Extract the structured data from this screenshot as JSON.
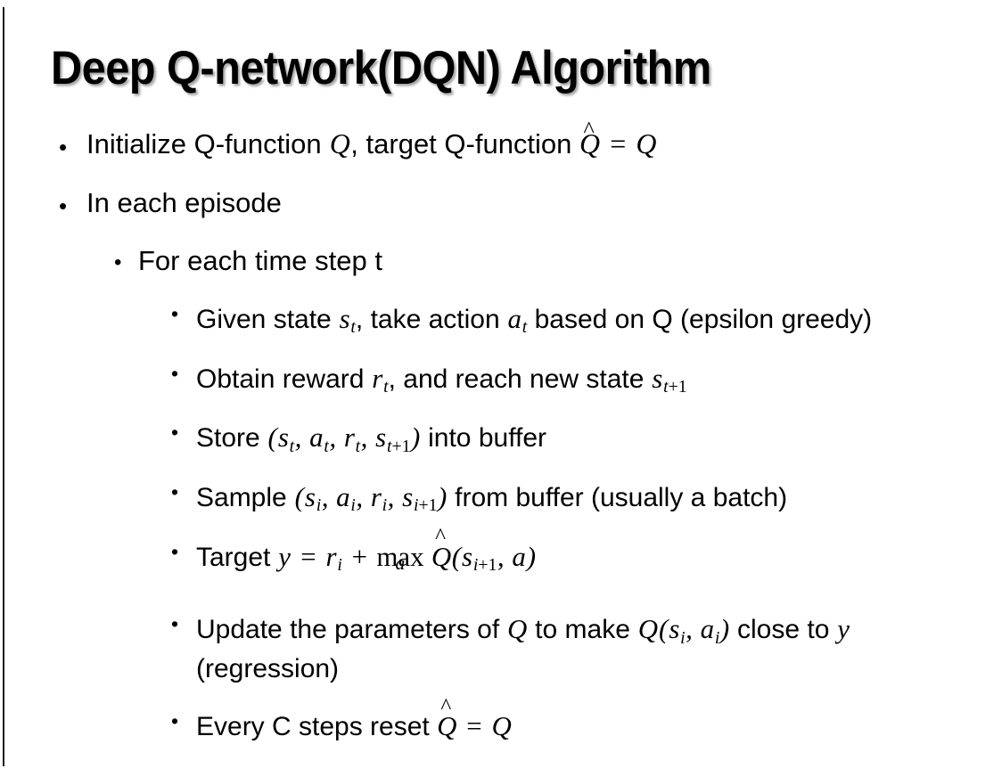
{
  "slide": {
    "title": "Deep Q-network(DQN) Algorithm",
    "background_color": "#ffffff",
    "text_color": "#000000",
    "edge_rule_color": "#1a1a1a",
    "bullet_glyph": "•"
  },
  "content": {
    "items": [
      {
        "level": 1,
        "id": "initialize-q-function",
        "plain_text": "Initialize Q-function Q, target Q-function Q̂ = Q",
        "segments": [
          {
            "kind": "text",
            "value": "Initialize Q-function "
          },
          {
            "kind": "math-italic",
            "value": "Q"
          },
          {
            "kind": "text",
            "value": ", target Q-function "
          },
          {
            "kind": "math-hat",
            "value": "Q"
          },
          {
            "kind": "text",
            "value": " "
          },
          {
            "kind": "math-italic",
            "value": "="
          },
          {
            "kind": "text",
            "value": " "
          },
          {
            "kind": "math-italic",
            "value": "Q"
          }
        ]
      },
      {
        "level": 1,
        "id": "in-each-episode",
        "plain_text": "In each episode",
        "segments": [
          {
            "kind": "text",
            "value": "In each episode"
          }
        ]
      },
      {
        "level": 2,
        "id": "for-each-time-step",
        "plain_text": "For each time step t",
        "segments": [
          {
            "kind": "text",
            "value": "For each time step t"
          }
        ]
      },
      {
        "level": 3,
        "id": "given-state-take-action",
        "plain_text": "Given state s_t, take action a_t based on Q (epsilon greedy)",
        "segments": [
          {
            "kind": "text",
            "value": "Given state "
          },
          {
            "kind": "math-sub",
            "base": "s",
            "sub": "t"
          },
          {
            "kind": "text",
            "value": ", take action "
          },
          {
            "kind": "math-sub",
            "base": "a",
            "sub": "t"
          },
          {
            "kind": "text",
            "value": " based on Q (epsilon greedy)"
          }
        ]
      },
      {
        "level": 3,
        "id": "obtain-reward",
        "plain_text": "Obtain reward r_t, and reach new state s_t+1",
        "segments": [
          {
            "kind": "text",
            "value": "Obtain reward "
          },
          {
            "kind": "math-sub",
            "base": "r",
            "sub": "t"
          },
          {
            "kind": "text",
            "value": ", and reach new state "
          },
          {
            "kind": "math-sub",
            "base": "s",
            "sub": "t+1"
          }
        ]
      },
      {
        "level": 3,
        "id": "store-into-buffer",
        "plain_text": "Store (s_t, a_t, r_t, s_t+1) into buffer",
        "segments": [
          {
            "kind": "text",
            "value": "Store "
          },
          {
            "kind": "math-italic",
            "value": "("
          },
          {
            "kind": "math-sub",
            "base": "s",
            "sub": "t"
          },
          {
            "kind": "math-italic",
            "value": ", "
          },
          {
            "kind": "math-sub",
            "base": "a",
            "sub": "t"
          },
          {
            "kind": "math-italic",
            "value": ", "
          },
          {
            "kind": "math-sub",
            "base": "r",
            "sub": "t"
          },
          {
            "kind": "math-italic",
            "value": ", "
          },
          {
            "kind": "math-sub",
            "base": "s",
            "sub": "t+1"
          },
          {
            "kind": "math-italic",
            "value": ")"
          },
          {
            "kind": "text",
            "value": " into buffer"
          }
        ]
      },
      {
        "level": 3,
        "id": "sample-from-buffer",
        "plain_text": "Sample (s_i, a_i, r_i, s_i+1) from buffer (usually a batch)",
        "segments": [
          {
            "kind": "text",
            "value": "Sample "
          },
          {
            "kind": "math-italic",
            "value": "("
          },
          {
            "kind": "math-sub",
            "base": "s",
            "sub": "i"
          },
          {
            "kind": "math-italic",
            "value": ", "
          },
          {
            "kind": "math-sub",
            "base": "a",
            "sub": "i"
          },
          {
            "kind": "math-italic",
            "value": ", "
          },
          {
            "kind": "math-sub",
            "base": "r",
            "sub": "i"
          },
          {
            "kind": "math-italic",
            "value": ", "
          },
          {
            "kind": "math-sub",
            "base": "s",
            "sub": "i+1"
          },
          {
            "kind": "math-italic",
            "value": ")"
          },
          {
            "kind": "text",
            "value": " from buffer (usually a batch)"
          }
        ]
      },
      {
        "level": 3,
        "id": "target-y",
        "plain_text": "Target y = r_i + max_a Q̂(s_i+1, a)",
        "segments": [
          {
            "kind": "text",
            "value": "Target "
          },
          {
            "kind": "math-italic",
            "value": "y"
          },
          {
            "kind": "text",
            "value": " "
          },
          {
            "kind": "math-italic",
            "value": "="
          },
          {
            "kind": "text",
            "value": " "
          },
          {
            "kind": "math-sub",
            "base": "r",
            "sub": "i"
          },
          {
            "kind": "text",
            "value": " "
          },
          {
            "kind": "math-italic",
            "value": "+"
          },
          {
            "kind": "text",
            "value": " "
          },
          {
            "kind": "math-underset",
            "op": "max",
            "under": "a"
          },
          {
            "kind": "text",
            "value": " "
          },
          {
            "kind": "math-hat",
            "value": "Q"
          },
          {
            "kind": "math-italic",
            "value": "("
          },
          {
            "kind": "math-sub",
            "base": "s",
            "sub": "i+1"
          },
          {
            "kind": "math-italic",
            "value": ", "
          },
          {
            "kind": "math-italic",
            "value": "a"
          },
          {
            "kind": "math-italic",
            "value": ")"
          }
        ]
      },
      {
        "level": 3,
        "id": "update-parameters",
        "plain_text": "Update the parameters of Q to make Q(s_i, a_i) close to y (regression)",
        "segments": [
          {
            "kind": "text",
            "value": "Update the parameters of "
          },
          {
            "kind": "math-italic",
            "value": "Q"
          },
          {
            "kind": "text",
            "value": " to make "
          },
          {
            "kind": "math-italic",
            "value": "Q"
          },
          {
            "kind": "math-italic",
            "value": "("
          },
          {
            "kind": "math-sub",
            "base": "s",
            "sub": "i"
          },
          {
            "kind": "math-italic",
            "value": ", "
          },
          {
            "kind": "math-sub",
            "base": "a",
            "sub": "i"
          },
          {
            "kind": "math-italic",
            "value": ")"
          },
          {
            "kind": "text",
            "value": " close to "
          },
          {
            "kind": "math-italic",
            "value": "y"
          },
          {
            "kind": "text",
            "value": " (regression)"
          }
        ]
      },
      {
        "level": 3,
        "id": "every-c-steps-reset",
        "plain_text": "Every C steps reset Q̂ = Q",
        "segments": [
          {
            "kind": "text",
            "value": "Every C steps reset "
          },
          {
            "kind": "math-hat",
            "value": "Q"
          },
          {
            "kind": "text",
            "value": " "
          },
          {
            "kind": "math-italic",
            "value": "="
          },
          {
            "kind": "text",
            "value": " "
          },
          {
            "kind": "math-italic",
            "value": "Q"
          }
        ]
      }
    ]
  }
}
